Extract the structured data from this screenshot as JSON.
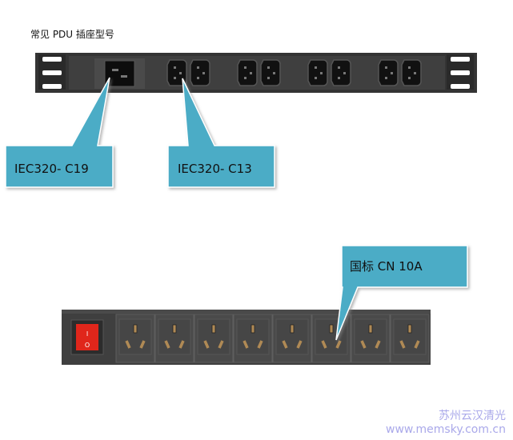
{
  "title": "常见 PDU 插座型号",
  "callouts": {
    "c19": "IEC320- C19",
    "c13": "IEC320- C13",
    "cn": "国标 CN 10A"
  },
  "watermark": {
    "line1": "苏州云汉清光",
    "line2": "www.memsky.com.cn"
  },
  "colors": {
    "callout": "#4bacc6",
    "pdu_body": "#3a3a3a",
    "switch": "#e0261b",
    "watermark": "#aaa9ea"
  },
  "switch_marks": {
    "on": "I",
    "off": "O"
  }
}
